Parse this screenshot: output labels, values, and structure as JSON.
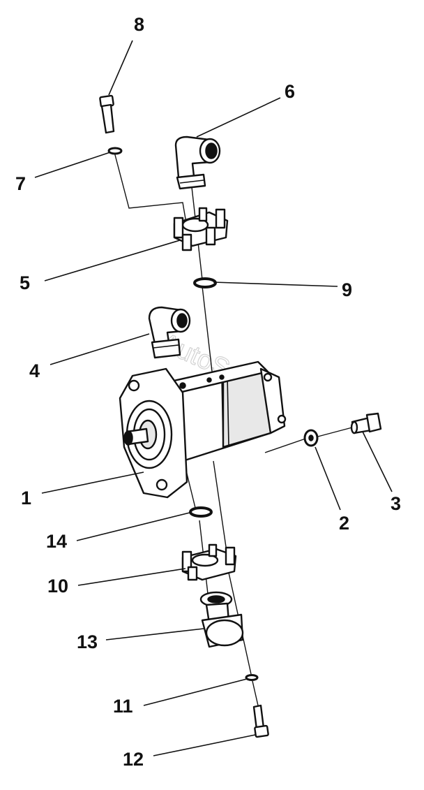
{
  "labels": {
    "l1": "1",
    "l2": "2",
    "l3": "3",
    "l4": "4",
    "l5": "5",
    "l6": "6",
    "l7": "7",
    "l8": "8",
    "l9": "9",
    "l10": "10",
    "l11": "11",
    "l12": "12",
    "l13": "13",
    "l14": "14"
  },
  "watermark": "AutoSoft"
}
